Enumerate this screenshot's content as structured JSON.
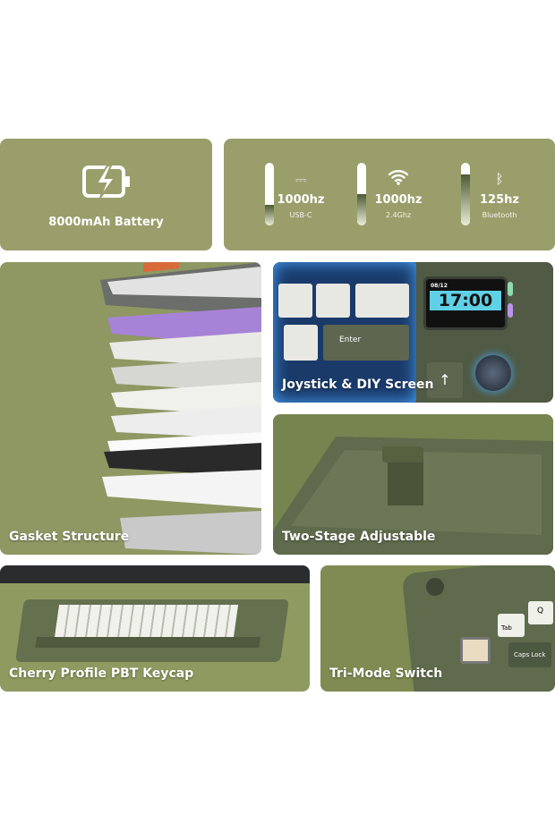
{
  "battery": {
    "label": "8000mAh Battery",
    "icon": "battery-charging-icon"
  },
  "modes": [
    {
      "icon": "usb-cable-icon",
      "rate": "1000hz",
      "name": "USB-C",
      "level": 0.33
    },
    {
      "icon": "wifi-icon",
      "rate": "1000hz",
      "name": "2.4Ghz",
      "level": 0.5
    },
    {
      "icon": "bluetooth-icon",
      "rate": "125hz",
      "name": "Bluetooth",
      "level": 0.82
    }
  ],
  "features": {
    "gasket": "Gasket Structure",
    "screen": "Joystick & DIY Screen",
    "adjustable": "Two-Stage Adjustable",
    "keycap": "Cherry Profile PBT Keycap",
    "trimode": "Tri-Mode Switch"
  },
  "screen": {
    "date": "08/12",
    "time": "17:00"
  },
  "keys": {
    "enter": "Enter",
    "tab": "Tab",
    "caps": "Caps Lock",
    "q": "Q"
  },
  "colors": {
    "panel": "#9a9e6b",
    "keyboard_green": "#5f6b4c",
    "screen_cyan": "#5fd0e6"
  }
}
